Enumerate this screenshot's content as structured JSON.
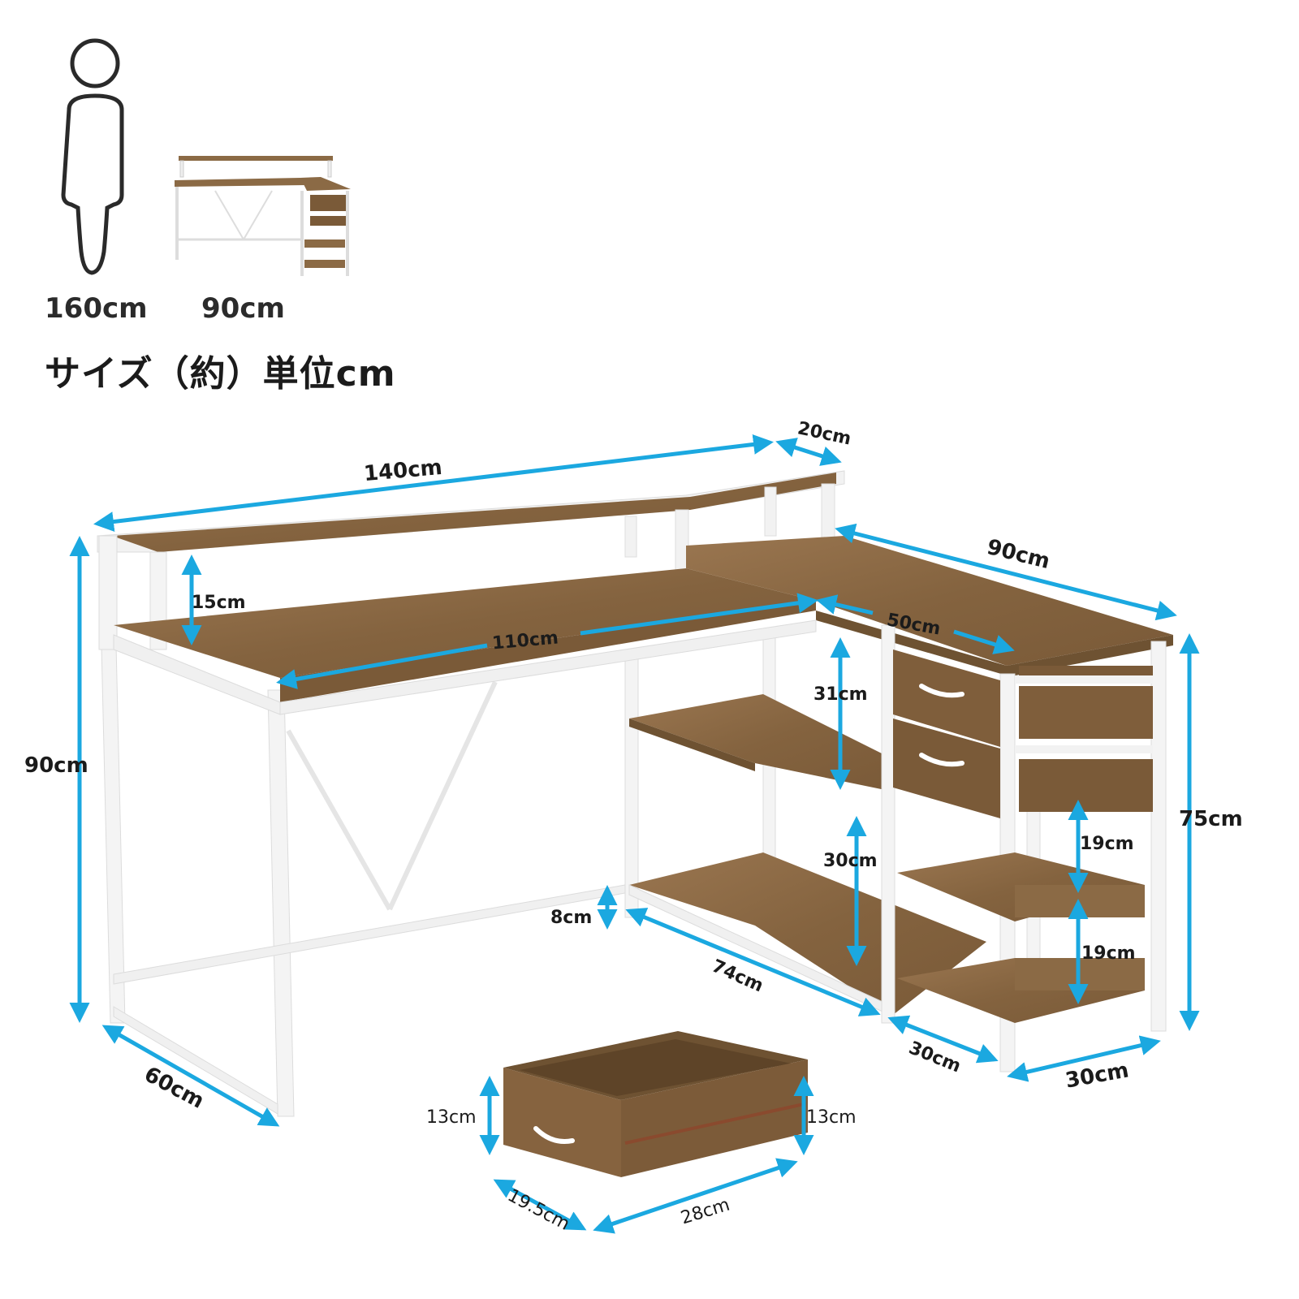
{
  "scale_reference": {
    "person_height_label": "160cm",
    "desk_height_label": "90cm"
  },
  "title": "サイズ（約）単位cm",
  "colors": {
    "dimension_arrow": "#1ba8e0",
    "wood": "#8b6a45",
    "wood_dark": "#6e5232",
    "frame": "#f2f2f2",
    "frame_edge": "#d9d9d9",
    "text": "#1b1b1b"
  },
  "desk_dimensions": {
    "top_shelf_width": "140cm",
    "top_shelf_depth": "20cm",
    "monitor_shelf_clearance": "15cm",
    "desk_top_inner_width": "110cm",
    "return_length": "90cm",
    "return_inner_width": "50cm",
    "total_height": "90cm",
    "desk_depth": "60cm",
    "upper_shelf_gap": "31cm",
    "lower_shelf_gap": "30cm",
    "floor_clearance": "8cm",
    "bottom_shelf_length": "74cm",
    "cabinet_depth": "30cm",
    "cabinet_width": "30cm",
    "cabinet_height": "75cm",
    "cabinet_shelf_gap_1": "19cm",
    "cabinet_shelf_gap_2": "19cm"
  },
  "drawer_dimensions": {
    "height_left": "13cm",
    "height_right": "13cm",
    "depth": "19.5cm",
    "width": "28cm"
  }
}
